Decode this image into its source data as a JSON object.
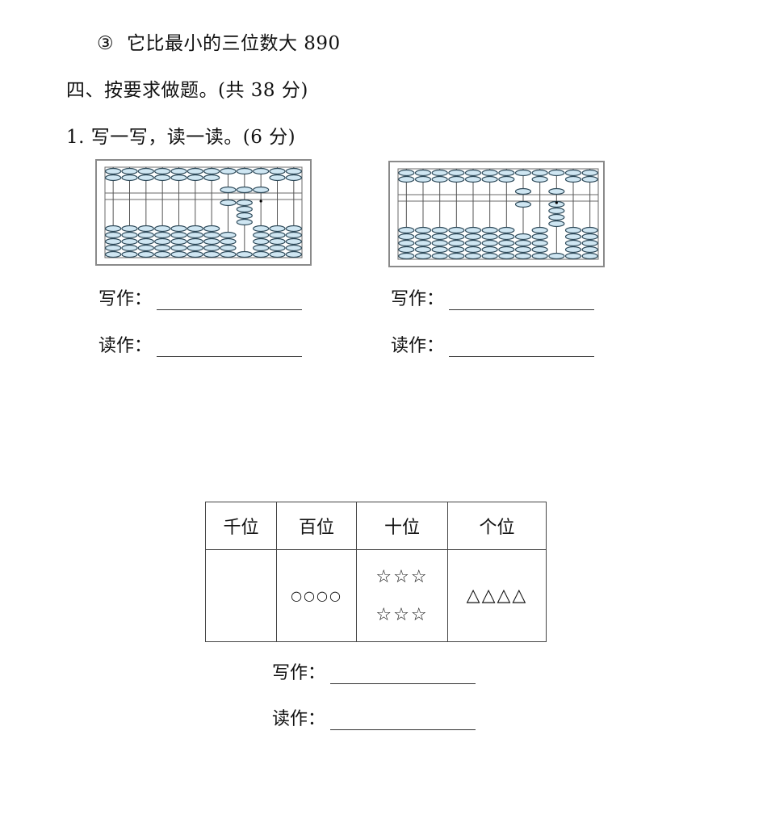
{
  "question_3": {
    "marker": "③",
    "text": "它比最小的三位数大 890"
  },
  "section_four": {
    "title": "四、按要求做题。(共 38 分)"
  },
  "task_1": {
    "title": "1. 写一写，读一读。(6 分)"
  },
  "abacus_left": {
    "columns": 12,
    "dot_column": 10,
    "upper_down": [
      0,
      0,
      0,
      0,
      0,
      0,
      0,
      1,
      1,
      1,
      0,
      0
    ],
    "lower_up": [
      0,
      0,
      0,
      0,
      0,
      0,
      0,
      1,
      4,
      0,
      0,
      0
    ],
    "write_label": "写作：",
    "read_label": "读作："
  },
  "abacus_right": {
    "columns": 12,
    "dot_column": 10,
    "upper_down": [
      0,
      0,
      0,
      0,
      0,
      0,
      0,
      1,
      0,
      1,
      0,
      0
    ],
    "lower_up": [
      0,
      0,
      0,
      0,
      0,
      0,
      0,
      1,
      0,
      4,
      0,
      0
    ],
    "write_label": "写作：",
    "read_label": "读作："
  },
  "place_table": {
    "headers": [
      "千位",
      "百位",
      "十位",
      "个位"
    ],
    "cells": {
      "thousands": "",
      "hundreds": "○○○○",
      "tens_row1": "☆☆☆",
      "tens_row2": "☆☆☆",
      "ones": "△△△△"
    },
    "write_label": "写作：",
    "read_label": "读作："
  },
  "colors": {
    "bead_fill": "#cfe6f2",
    "bead_stroke": "#2e4a5a",
    "frame": "#8a8a8a",
    "text": "#111111"
  }
}
